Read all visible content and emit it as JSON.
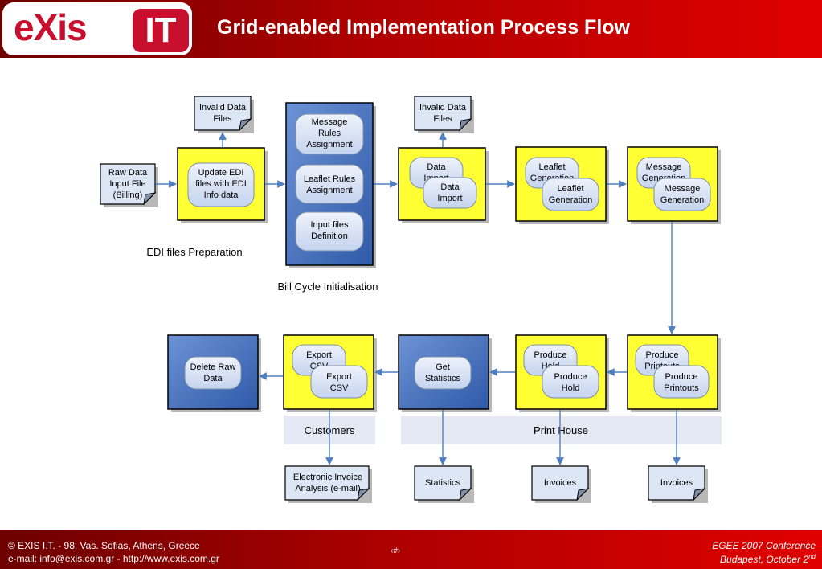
{
  "header": {
    "logo_exis": "eXis",
    "logo_it": "IT",
    "title": "Grid-enabled Implementation Process Flow"
  },
  "documents": {
    "raw_data": [
      "Raw Data",
      "Input File",
      "(Billing)"
    ],
    "invalid_1": [
      "Invalid Data",
      "Files"
    ],
    "invalid_2": [
      "Invalid Data",
      "Files"
    ],
    "electronic": [
      "Electronic Invoice",
      "Analysis (e-mail)"
    ],
    "statistics": [
      "Statistics"
    ],
    "invoices_1": [
      "Invoices"
    ],
    "invoices_2": [
      "Invoices"
    ]
  },
  "tasks": {
    "update_edi": [
      "Update EDI",
      "files with EDI",
      "Info data"
    ],
    "msg_rules": [
      "Message",
      "Rules",
      "Assignment"
    ],
    "leaflet_rules": [
      "Leaflet Rules",
      "Assignment"
    ],
    "input_files": [
      "Input files",
      "Definition"
    ],
    "data_import_back": [
      "Data",
      "Import"
    ],
    "data_import_front": [
      "Data",
      "Import"
    ],
    "leaflet_back": [
      "Leaflet",
      "Generation"
    ],
    "leaflet_front": [
      "Leaflet",
      "Generation"
    ],
    "message_back": [
      "Message",
      "Generation"
    ],
    "message_front": [
      "Message",
      "Generation"
    ],
    "printouts_back": [
      "Produce",
      "Printouts"
    ],
    "printouts_front": [
      "Produce",
      "Printouts"
    ],
    "hold_back": [
      "Produce",
      "Hold"
    ],
    "hold_front": [
      "Produce",
      "Hold"
    ],
    "statistics_task": [
      "Get",
      "Statistics"
    ],
    "csv_back": [
      "Export",
      "CSV"
    ],
    "csv_front": [
      "Export",
      "CSV"
    ],
    "delete_raw": [
      "Delete Raw",
      "Data"
    ]
  },
  "captions": {
    "edi_prep": "EDI files Preparation",
    "bill_cycle": "Bill Cycle Initialisation"
  },
  "lanes": {
    "customers": "Customers",
    "print_house": "Print House"
  },
  "footer": {
    "address": "© EXIS I.T. - 98, Vas. Sofias, Athens, Greece",
    "contact": "e-mail: info@exis.com.gr - http://www.exis.com.gr",
    "page": "‹#›",
    "conference": "EGEE 2007 Conference",
    "place": "Budapest, October 2",
    "place_sup": "nd"
  },
  "colors": {
    "header_red": "#b00000",
    "stage_yellow": "#ffff33",
    "stage_blue": "#4a74c0",
    "task_fill": "#d6e0f2",
    "lane_fill": "#e4e9f4",
    "arrow_blue": "#4f7fbf"
  }
}
